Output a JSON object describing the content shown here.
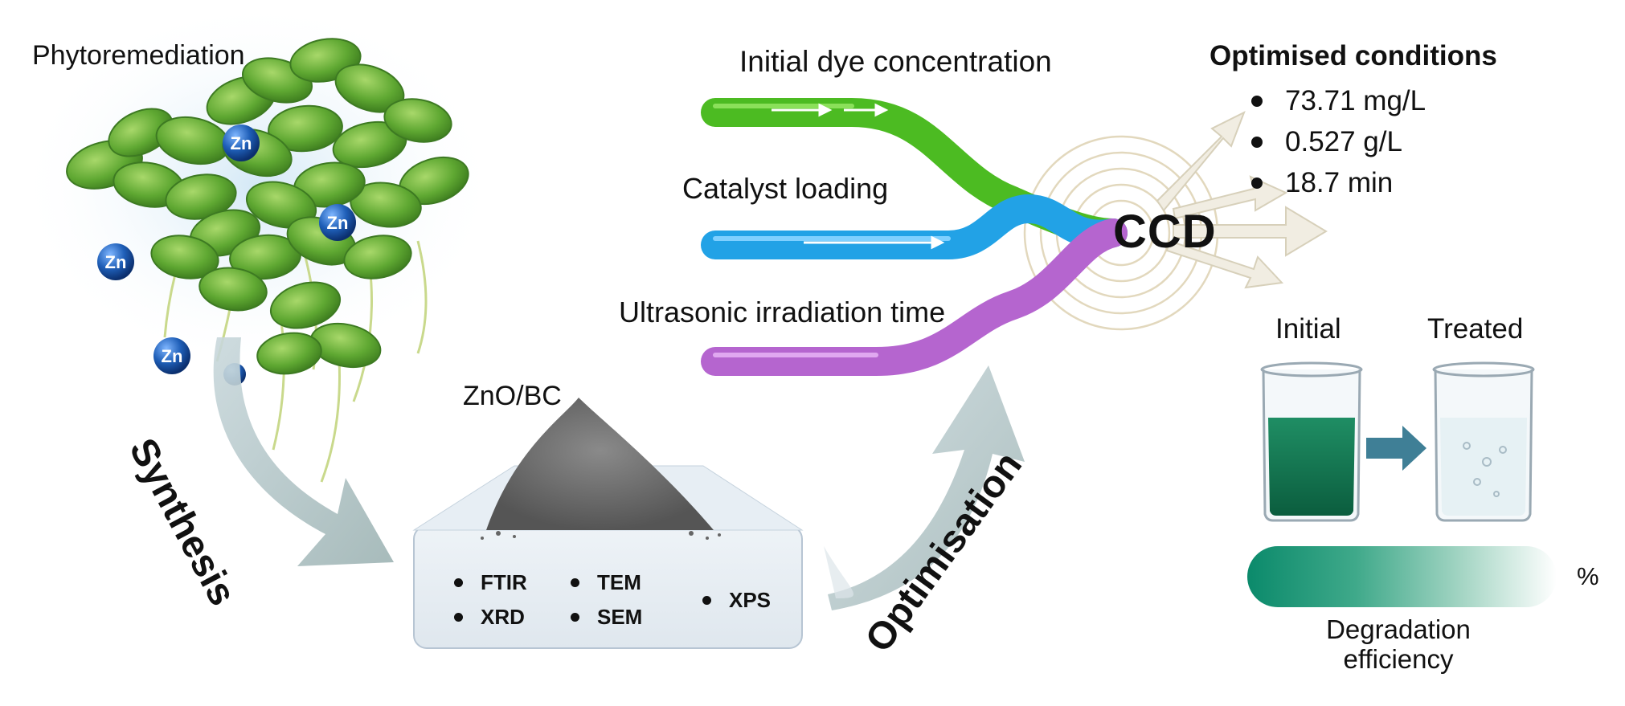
{
  "labels": {
    "phytoremediation": "Phytoremediation",
    "zn": "Zn",
    "zno_bc": "ZnO/BC",
    "synthesis": "Synthesis",
    "optimisation": "Optimisation",
    "ccd": "CCD",
    "initial": "Initial",
    "treated": "Treated",
    "degradation_efficiency": "Degradation efficiency",
    "percent": "%"
  },
  "factors": [
    {
      "label": "Initial dye concentration",
      "color": "#4cbb22"
    },
    {
      "label": "Catalyst loading",
      "color": "#22a2e6"
    },
    {
      "label": "Ultrasonic irradiation time",
      "color": "#b565cf"
    }
  ],
  "characterization": [
    "FTIR",
    "XRD",
    "TEM",
    "SEM",
    "XPS"
  ],
  "optimised": {
    "heading": "Optimised conditions",
    "items": [
      "73.71 mg/L",
      "0.527 g/L",
      "18.7 min"
    ]
  },
  "colors": {
    "leaf": "#6cb33e",
    "zinc_sphere": "#1f5fb8",
    "powder": "#6e6e6e",
    "dye_initial": "#117a55",
    "bar_start": "#0b8a6b"
  }
}
